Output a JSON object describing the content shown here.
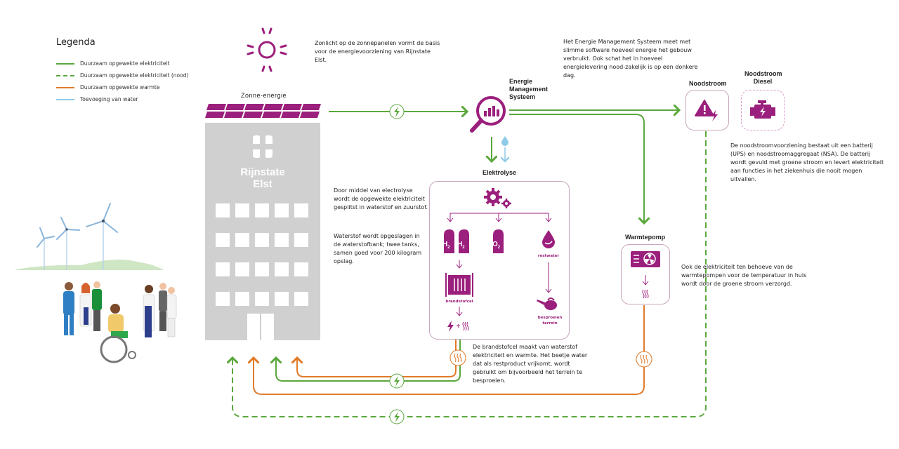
{
  "legend": {
    "title": "Legenda",
    "items": [
      {
        "label": "Duurzaam opgewekte elektriciteit",
        "style": "solid",
        "color": "#5aa83c"
      },
      {
        "label": "Duurzaam opgewekte elektriciteit (nood)",
        "style": "dashed",
        "color": "#5aa83c"
      },
      {
        "label": "Duurzaam opgewekte warmte",
        "style": "solid",
        "color": "#e07b2a"
      },
      {
        "label": "Toevoeging van water",
        "style": "solid",
        "color": "#8ecbe8"
      }
    ]
  },
  "colors": {
    "accent": "#9b1f7c",
    "green": "#5aa83c",
    "orange": "#e07b2a",
    "water": "#8ecbe8",
    "building": "#d0d0d0"
  },
  "sun": {
    "text": "Zonlicht op de zonnepanelen vormt de basis voor de energievoorziening van Rijnstate Elst."
  },
  "building": {
    "solar_label": "Zonne-energie",
    "name_line1": "Rijnstate",
    "name_line2": "Elst"
  },
  "ems": {
    "title_lines": [
      "Energie",
      "Management",
      "Systeem"
    ],
    "text": "Het Energie Management Systeem meet met slimme software hoeveel energie het gebouw verbruikt. Ook schat het in hoeveel energielevering nood-zakelijk is op een donkere dag."
  },
  "noodstroom": {
    "title": "Noodstroom"
  },
  "noodstroom_diesel": {
    "title_lines": [
      "Noodstroom",
      "Diesel"
    ]
  },
  "noodstroom_text": "De noodstroomvoorziening bestaat uit een batterij (UPS) en noodstroomaggregaat (NSA). De batterij wordt gevuld met groene stroom en levert elektriciteit aan functies in het ziekenhuis die nooit mogen uitvallen.",
  "elektrolyse": {
    "title": "Elektrolyse",
    "tank_h2": "H",
    "tank_o2": "O",
    "subscript": "2",
    "restwater": "restwater",
    "brandstofcel": "brandstofcel",
    "besproeien_line1": "besproeien",
    "besproeien_line2": "terrein",
    "plus": "+"
  },
  "electrolyse_text": "Door middel van electrolyse wordt de opgewekte elektriciteit gesplitst in waterstof en zuurstof.",
  "waterstof_text": "Waterstof wordt opgeslagen in de waterstofbank; twee tanks, samen goed voor 200 kilogram opslag.",
  "brandstofcel_text": "De brandstofcel maakt van waterstof elektriciteit en warmte. Het beetje water dat als restproduct vrijkomt, wordt gebruikt om bijvoorbeeld het terrein te besproeien.",
  "warmtepomp": {
    "title": "Warmtepomp"
  },
  "warmtepomp_text": "Ook de elektriciteit ten behoeve van de warmtepompen voor de temperatuur in huis wordt door de groene stroom verzorgd."
}
